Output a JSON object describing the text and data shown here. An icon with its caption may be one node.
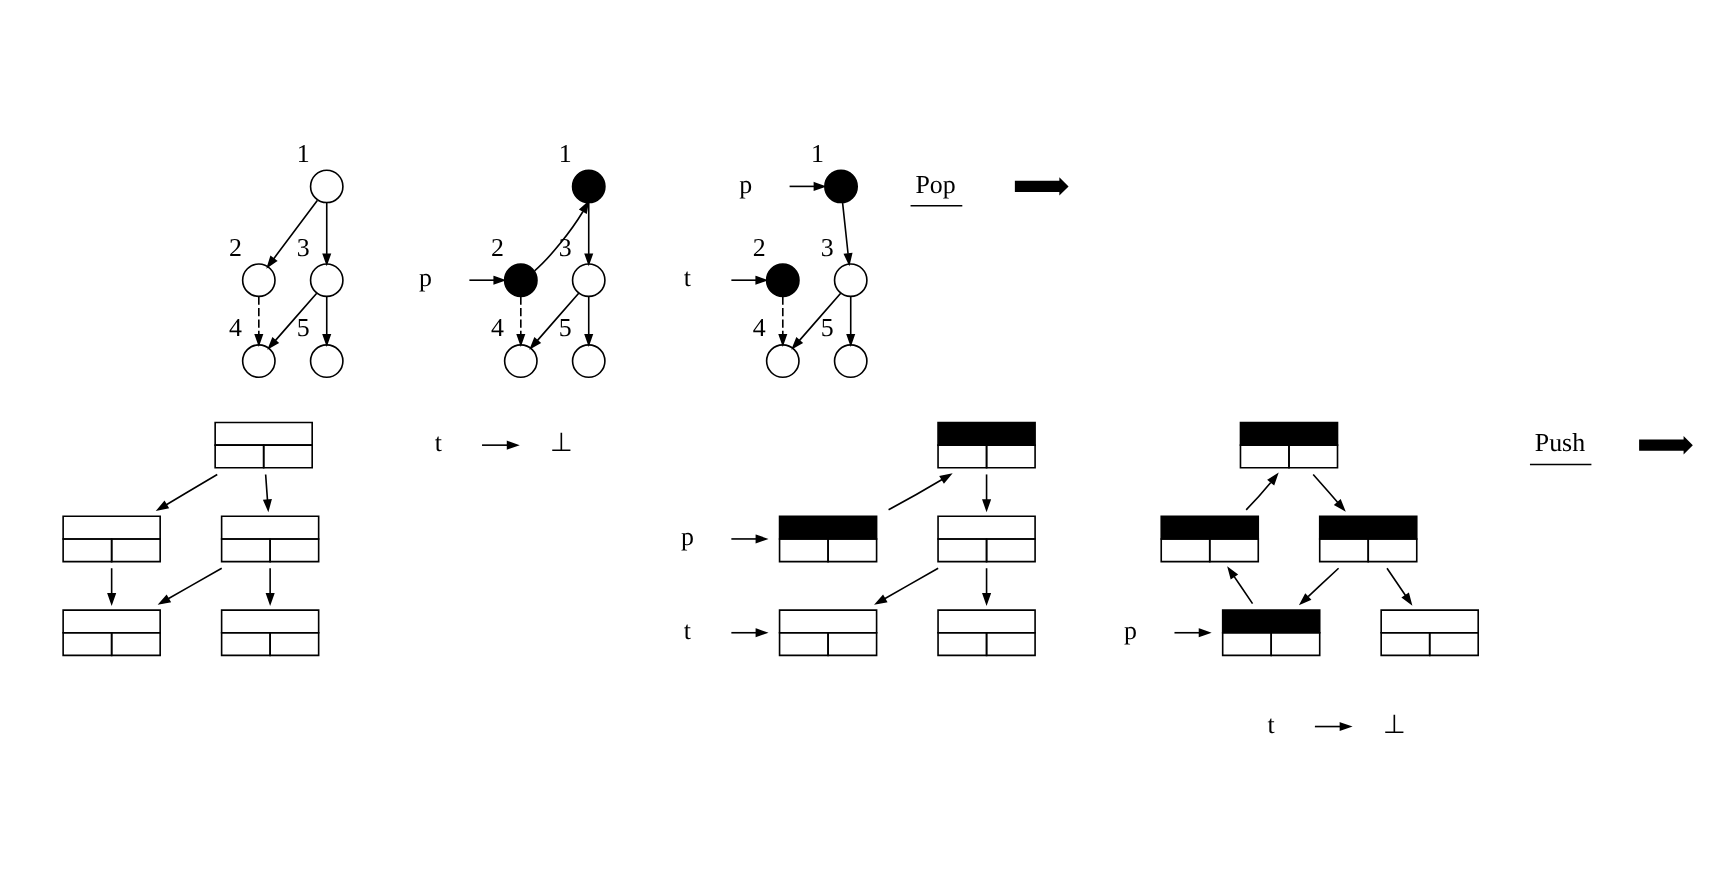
{
  "diagram": {
    "nodes": [
      {
        "text": [],
        "shape": "circle",
        "beside": [
          "1"
        ]
      },
      {
        "text": [],
        "shape": "circle",
        "beside": [
          "2"
        ]
      },
      {
        "text": [],
        "shape": "circle",
        "beside": [
          "3"
        ]
      },
      {
        "text": [],
        "shape": "circle",
        "beside": [
          "4"
        ]
      },
      {
        "text": [],
        "shape": "circle",
        "beside": [
          "5"
        ]
      },
      {
        "text": [],
        "shape": "circle",
        "beside": [
          "1"
        ]
      },
      {
        "text": [],
        "shape": "circle",
        "beside": [
          "2"
        ]
      },
      {
        "text": [],
        "shape": "circle",
        "beside": [
          "3"
        ]
      },
      {
        "text": [],
        "shape": "circle",
        "beside": [
          "4"
        ]
      },
      {
        "text": [],
        "shape": "circle",
        "beside": [
          "5"
        ]
      },
      {
        "text": [
          "p"
        ]
      },
      {
        "text": [
          "t"
        ]
      },
      {
        "text": [
          "⊥"
        ]
      },
      {
        "text": [],
        "shape": "circle",
        "beside": [
          "1"
        ]
      },
      {
        "text": [],
        "shape": "circle",
        "beside": [
          "2"
        ]
      },
      {
        "text": [],
        "shape": "circle",
        "beside": [
          "3"
        ]
      },
      {
        "text": [],
        "shape": "circle",
        "beside": [
          "4"
        ]
      },
      {
        "text": [],
        "shape": "circle",
        "beside": [
          "5"
        ]
      },
      {
        "text": [
          "p"
        ]
      },
      {
        "text": [
          "t"
        ]
      },
      {
        "text": [],
        "shape": "box"
      },
      {
        "text": [],
        "shape": "box"
      },
      {
        "text": [],
        "shape": "box"
      },
      {
        "text": [],
        "shape": "box"
      },
      {
        "text": [],
        "shape": "box"
      },
      {
        "text": [],
        "shape": "box"
      },
      {
        "text": [],
        "shape": "box"
      },
      {
        "text": [],
        "shape": "box"
      },
      {
        "text": [],
        "shape": "box"
      },
      {
        "text": [],
        "shape": "box"
      },
      {
        "text": [
          "p"
        ]
      },
      {
        "text": [
          "t"
        ]
      },
      {
        "text": [],
        "shape": "box"
      },
      {
        "text": [],
        "shape": "box"
      },
      {
        "text": [],
        "shape": "box"
      },
      {
        "text": [],
        "shape": "box"
      },
      {
        "text": [],
        "shape": "box"
      },
      {
        "text": [
          "p"
        ]
      },
      {
        "text": [
          "t"
        ]
      },
      {
        "text": [
          "⊥"
        ]
      }
    ],
    "edges": [
      {
        "from": 0,
        "to": 1,
        "arrow": "to"
      },
      {
        "from": 0,
        "to": 2,
        "arrow": "to"
      },
      {
        "from": 1,
        "to": 3,
        "arrow": "to",
        "style": "dashed"
      },
      {
        "from": 2,
        "to": 3,
        "arrow": "to"
      },
      {
        "from": 2,
        "to": 4,
        "arrow": "to"
      },
      {
        "from": 6,
        "to": 5,
        "arrow": "to"
      },
      {
        "from": 5,
        "to": 7,
        "arrow": "to"
      },
      {
        "from": 6,
        "to": 8,
        "arrow": "to",
        "style": "dashed"
      },
      {
        "from": 7,
        "to": 8,
        "arrow": "to"
      },
      {
        "from": 7,
        "to": 9,
        "arrow": "to"
      },
      {
        "from": 10,
        "to": 6,
        "arrow": "to"
      },
      {
        "from": 11,
        "to": 12,
        "arrow": "to"
      },
      {
        "from": 18,
        "to": 13,
        "arrow": "to"
      },
      {
        "from": 13,
        "to": 15,
        "arrow": "to"
      },
      {
        "from": 19,
        "to": 14,
        "arrow": "to"
      },
      {
        "from": 14,
        "to": 16,
        "arrow": "to",
        "style": "dashed"
      },
      {
        "from": 15,
        "to": 16,
        "arrow": "to"
      },
      {
        "from": 15,
        "to": 17,
        "arrow": "to"
      },
      {
        "from": 20,
        "to": 21,
        "arrow": "to"
      },
      {
        "from": 20,
        "to": 22,
        "arrow": "to"
      },
      {
        "from": 21,
        "to": 23,
        "arrow": "to"
      },
      {
        "from": 22,
        "to": 23,
        "arrow": "to"
      },
      {
        "from": 22,
        "to": 24,
        "arrow": "to"
      },
      {
        "from": 30,
        "to": 26,
        "arrow": "to"
      },
      {
        "from": 26,
        "to": 25,
        "arrow": "to"
      },
      {
        "from": 25,
        "to": 27,
        "arrow": "to"
      },
      {
        "from": 27,
        "to": 28,
        "arrow": "to"
      },
      {
        "from": 27,
        "to": 29,
        "arrow": "to"
      },
      {
        "from": 31,
        "to": 28,
        "arrow": "to"
      },
      {
        "from": 37,
        "to": 35,
        "arrow": "to"
      },
      {
        "from": 33,
        "to": 32,
        "arrow": "to"
      },
      {
        "from": 32,
        "to": 34,
        "arrow": "to"
      },
      {
        "from": 34,
        "to": 35,
        "arrow": "to"
      },
      {
        "from": 34,
        "to": 36,
        "arrow": "to"
      },
      {
        "from": 35,
        "to": 33,
        "arrow": "to"
      },
      {
        "from": 38,
        "to": 39,
        "arrow": "to"
      }
    ],
    "labels": [
      "Pop",
      "Push"
    ]
  }
}
